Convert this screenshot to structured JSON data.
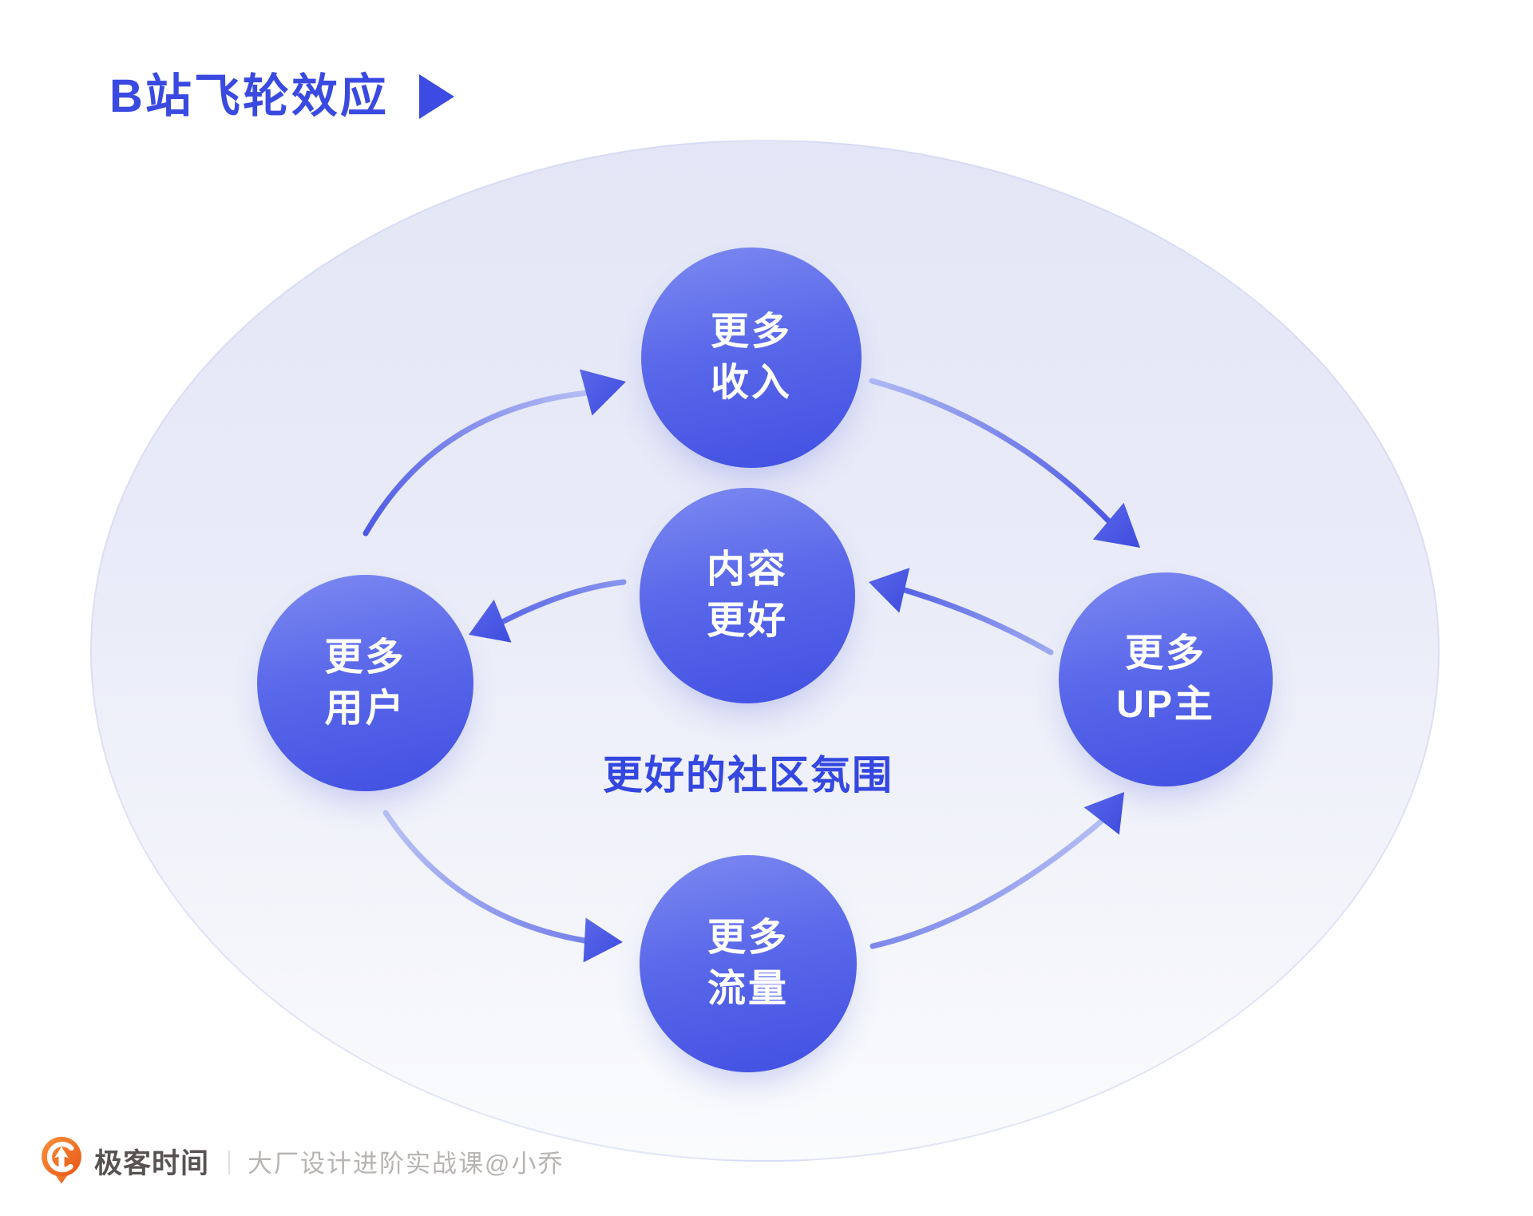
{
  "title": {
    "text": "B站飞轮效应"
  },
  "diagram": {
    "center_label": "更好的社区氛围",
    "nodes": [
      {
        "id": "revenue",
        "label": "更多\n收入"
      },
      {
        "id": "content",
        "label": "内容\n更好"
      },
      {
        "id": "users",
        "label": "更多\n用户"
      },
      {
        "id": "up",
        "label": "更多\nUP主"
      },
      {
        "id": "traffic",
        "label": "更多\n流量"
      }
    ],
    "arrows": [
      {
        "from": "更多用户",
        "to": "更多收入"
      },
      {
        "from": "更多收入",
        "to": "更多UP主"
      },
      {
        "from": "更多UP主",
        "to": "内容更好"
      },
      {
        "from": "内容更好",
        "to": "更多用户"
      },
      {
        "from": "更多用户",
        "to": "更多流量"
      },
      {
        "from": "更多流量",
        "to": "更多UP主"
      }
    ],
    "colors": {
      "accent_blue": "#3a4ae1",
      "node_gradient_start": "#7a87f0",
      "node_gradient_end": "#4351e3",
      "arrow_head": "#4452e2",
      "ellipse_fill_top": "#e3e6f6",
      "ellipse_fill_bottom": "#fafbfd"
    }
  },
  "footer": {
    "brand": "极客时间",
    "divider": "｜",
    "course": "大厂设计进阶实战课@小乔",
    "logo_orange": "#f26e21"
  }
}
